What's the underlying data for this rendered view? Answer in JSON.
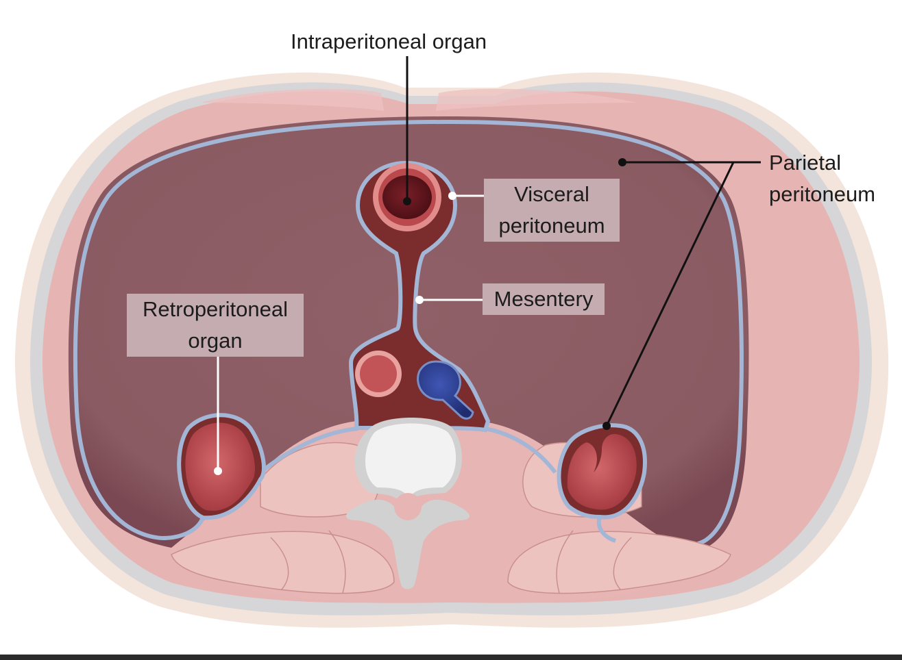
{
  "labels": {
    "intraperitoneal_organ": "Intraperitoneal organ",
    "parietal_line1": "Parietal",
    "parietal_line2": "peritoneum",
    "visceral_line1": "Visceral",
    "visceral_line2": "peritoneum",
    "mesentery": "Mesentery",
    "retro_line1": "Retroperitoneal",
    "retro_line2": "organ"
  },
  "colors": {
    "skin": "#f3e4dc",
    "muscle": "#e7b5b3",
    "fascia": "#d7d7d9",
    "cavity": "#8c5d64",
    "peritoneum": "#a3b6d6",
    "mesentery_tissue": "#7b2d2e",
    "organ": "#b9494d",
    "organ_dark": "#5d1319",
    "artery": "#c25356",
    "vein": "#2c3f94",
    "bone": "#f2f2f2",
    "bone_shade": "#d1d1d1",
    "label_box": "#c4acb1",
    "leader_dark": "#111111",
    "leader_light": "#ffffff"
  }
}
